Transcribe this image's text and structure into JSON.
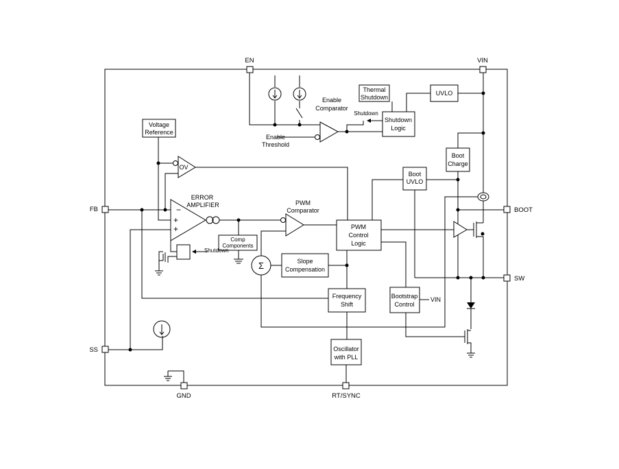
{
  "pins": {
    "en": "EN",
    "vin": "VIN",
    "fb": "FB",
    "boot": "BOOT",
    "sw": "SW",
    "ss": "SS",
    "gnd": "GND",
    "rtsync": "RT/SYNC"
  },
  "blocks": {
    "thermal_shutdown": [
      "Thermal",
      "Shutdown"
    ],
    "uvlo": "UVLO",
    "shutdown_logic": [
      "Shutdown",
      "Logic"
    ],
    "enable_comparator": [
      "Enable",
      "Comparator"
    ],
    "enable_threshold": [
      "Enable",
      "Threshold"
    ],
    "shutdown_arrow_label": "Shutdown",
    "voltage_reference": [
      "Voltage",
      "Reference"
    ],
    "ov": "OV",
    "error_amplifier": [
      "ERROR",
      "AMPLIFIER"
    ],
    "boot_charge": [
      "Boot",
      "Charge"
    ],
    "boot_uvlo": [
      "Boot",
      "UVLO"
    ],
    "pwm_comparator": [
      "PWM",
      "Comparator"
    ],
    "pwm_control_logic": [
      "PWM",
      "Control",
      "Logic"
    ],
    "comp_components": [
      "Comp",
      "Components"
    ],
    "shutdown_small": "Shutdown",
    "slope_compensation": [
      "Slope",
      "Compensation"
    ],
    "frequency_shift": [
      "Frequency",
      "Shift"
    ],
    "bootstrap_control": [
      "Bootstrap",
      "Control"
    ],
    "bootstrap_vin": "VIN",
    "oscillator": [
      "Oscillator",
      "with PLL"
    ],
    "sigma": "Σ",
    "minus": "−",
    "plus": "+"
  }
}
